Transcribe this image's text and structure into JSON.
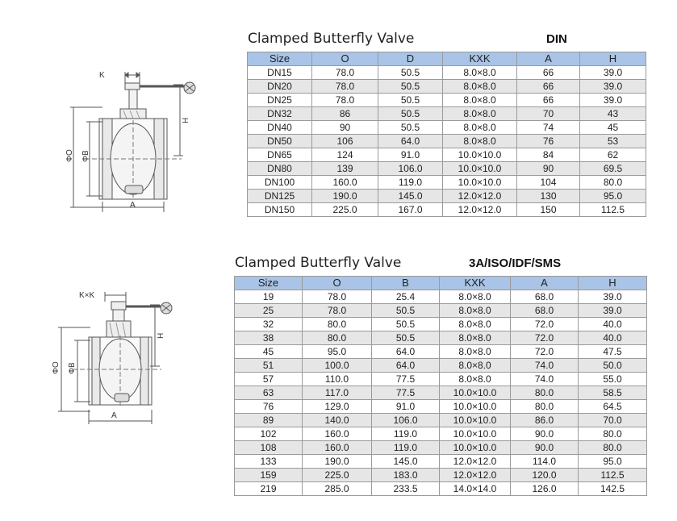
{
  "din": {
    "title": "Clamped Butterfly Valve",
    "standard": "DIN",
    "diagram_labels": {
      "k": "K",
      "phi_o": "ΦO",
      "phi_b": "ΦB",
      "a": "A",
      "h": "H"
    },
    "headers": [
      "Size",
      "O",
      "D",
      "KXK",
      "A",
      "H"
    ],
    "rows": [
      [
        "DN15",
        "78.0",
        "50.5",
        "8.0×8.0",
        "66",
        "39.0"
      ],
      [
        "DN20",
        "78.0",
        "50.5",
        "8.0×8.0",
        "66",
        "39.0"
      ],
      [
        "DN25",
        "78.0",
        "50.5",
        "8.0×8.0",
        "66",
        "39.0"
      ],
      [
        "DN32",
        "86",
        "50.5",
        "8.0×8.0",
        "70",
        "43"
      ],
      [
        "DN40",
        "90",
        "50.5",
        "8.0×8.0",
        "74",
        "45"
      ],
      [
        "DN50",
        "106",
        "64.0",
        "8.0×8.0",
        "76",
        "53"
      ],
      [
        "DN65",
        "124",
        "91.0",
        "10.0×10.0",
        "84",
        "62"
      ],
      [
        "DN80",
        "139",
        "106.0",
        "10.0×10.0",
        "90",
        "69.5"
      ],
      [
        "DN100",
        "160.0",
        "119.0",
        "10.0×10.0",
        "104",
        "80.0"
      ],
      [
        "DN125",
        "190.0",
        "145.0",
        "12.0×12.0",
        "130",
        "95.0"
      ],
      [
        "DN150",
        "225.0",
        "167.0",
        "12.0×12.0",
        "150",
        "112.5"
      ]
    ]
  },
  "sms": {
    "title": "Clamped Butterfly Valve",
    "standard": "3A/ISO/IDF/SMS",
    "diagram_labels": {
      "k": "K×K",
      "phi_o": "ΦO",
      "phi_b": "ΦB",
      "a": "A",
      "h": "H"
    },
    "headers": [
      "Size",
      "O",
      "B",
      "KXK",
      "A",
      "H"
    ],
    "rows": [
      [
        "19",
        "78.0",
        "25.4",
        "8.0×8.0",
        "68.0",
        "39.0"
      ],
      [
        "25",
        "78.0",
        "50.5",
        "8.0×8.0",
        "68.0",
        "39.0"
      ],
      [
        "32",
        "80.0",
        "50.5",
        "8.0×8.0",
        "72.0",
        "40.0"
      ],
      [
        "38",
        "80.0",
        "50.5",
        "8.0×8.0",
        "72.0",
        "40.0"
      ],
      [
        "45",
        "95.0",
        "64.0",
        "8.0×8.0",
        "72.0",
        "47.5"
      ],
      [
        "51",
        "100.0",
        "64.0",
        "8.0×8.0",
        "74.0",
        "50.0"
      ],
      [
        "57",
        "110.0",
        "77.5",
        "8.0×8.0",
        "74.0",
        "55.0"
      ],
      [
        "63",
        "117.0",
        "77.5",
        "10.0×10.0",
        "80.0",
        "58.5"
      ],
      [
        "76",
        "129.0",
        "91.0",
        "10.0×10.0",
        "80.0",
        "64.5"
      ],
      [
        "89",
        "140.0",
        "106.0",
        "10.0×10.0",
        "86.0",
        "70.0"
      ],
      [
        "102",
        "160.0",
        "119.0",
        "10.0×10.0",
        "90.0",
        "80.0"
      ],
      [
        "108",
        "160.0",
        "119.0",
        "10.0×10.0",
        "90.0",
        "80.0"
      ],
      [
        "133",
        "190.0",
        "145.0",
        "12.0×12.0",
        "114.0",
        "95.0"
      ],
      [
        "159",
        "225.0",
        "183.0",
        "12.0×12.0",
        "120.0",
        "112.5"
      ],
      [
        "219",
        "285.0",
        "233.5",
        "14.0×14.0",
        "126.0",
        "142.5"
      ]
    ]
  }
}
